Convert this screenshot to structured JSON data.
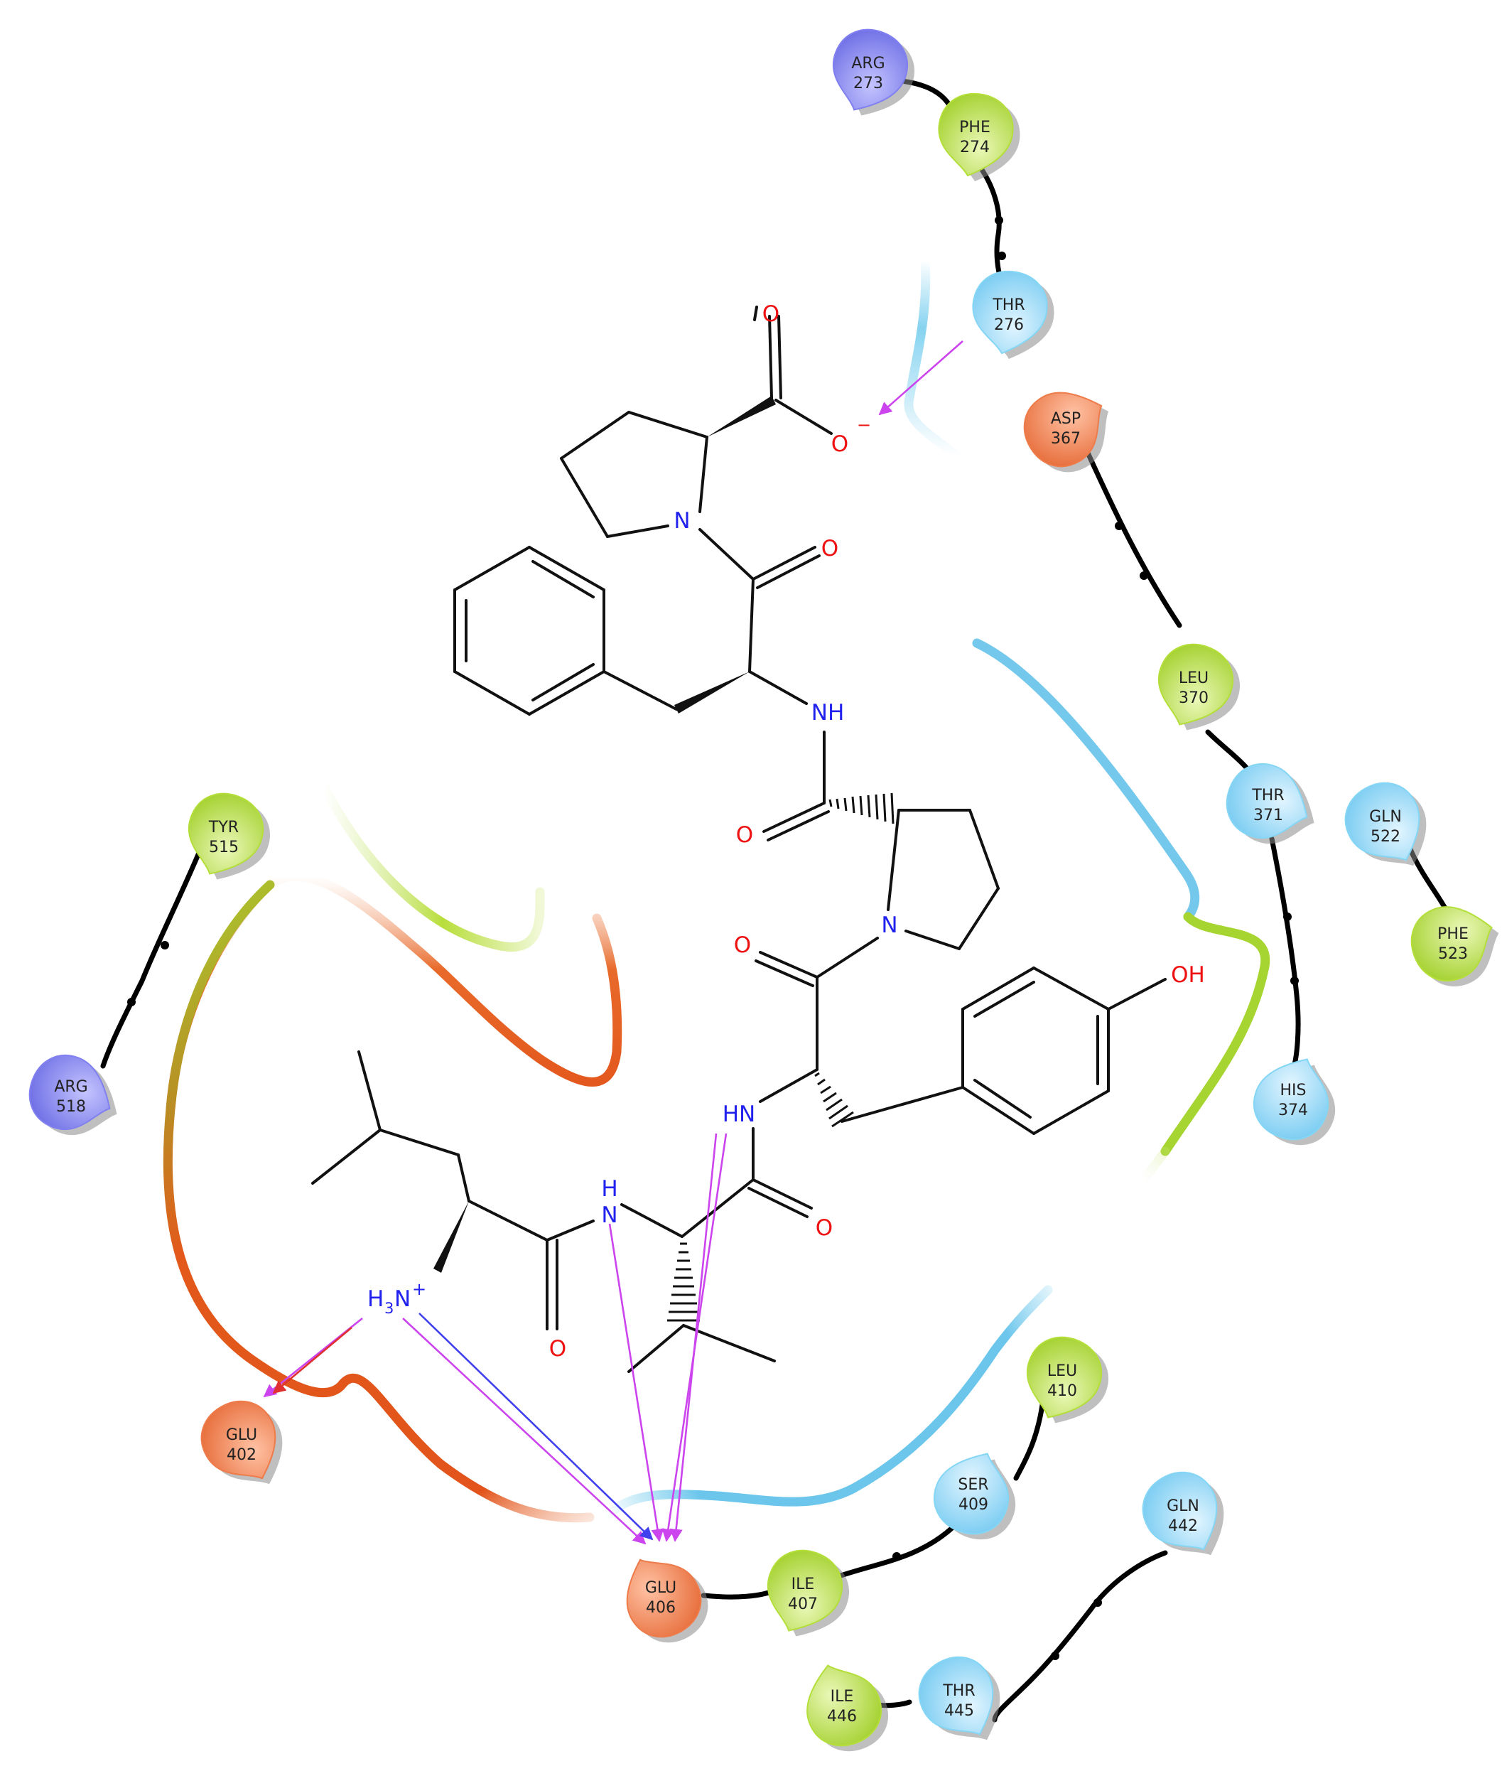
{
  "colors": {
    "positive": "#8080f0",
    "negative": "#ee7b4a",
    "hydrophobic": "#b4df3a",
    "polar": "#85d6f5",
    "hbond": "#cc44ee",
    "nitrogen": "#2222ee",
    "oxygen": "#ee1111"
  },
  "residues": [
    {
      "id": "arg273",
      "name": "ARG",
      "num": "273",
      "kind": "positive"
    },
    {
      "id": "phe274",
      "name": "PHE",
      "num": "274",
      "kind": "hydrophobic"
    },
    {
      "id": "thr276",
      "name": "THR",
      "num": "276",
      "kind": "polar"
    },
    {
      "id": "asp367",
      "name": "ASP",
      "num": "367",
      "kind": "negative"
    },
    {
      "id": "leu370",
      "name": "LEU",
      "num": "370",
      "kind": "hydrophobic"
    },
    {
      "id": "thr371",
      "name": "THR",
      "num": "371",
      "kind": "polar"
    },
    {
      "id": "gln522",
      "name": "GLN",
      "num": "522",
      "kind": "polar"
    },
    {
      "id": "phe523",
      "name": "PHE",
      "num": "523",
      "kind": "hydrophobic"
    },
    {
      "id": "his374",
      "name": "HIS",
      "num": "374",
      "kind": "polar"
    },
    {
      "id": "tyr515",
      "name": "TYR",
      "num": "515",
      "kind": "hydrophobic"
    },
    {
      "id": "arg518",
      "name": "ARG",
      "num": "518",
      "kind": "positive"
    },
    {
      "id": "glu402",
      "name": "GLU",
      "num": "402",
      "kind": "negative"
    },
    {
      "id": "leu410",
      "name": "LEU",
      "num": "410",
      "kind": "hydrophobic"
    },
    {
      "id": "ser409",
      "name": "SER",
      "num": "409",
      "kind": "polar"
    },
    {
      "id": "gln442",
      "name": "GLN",
      "num": "442",
      "kind": "polar"
    },
    {
      "id": "glu406",
      "name": "GLU",
      "num": "406",
      "kind": "negative"
    },
    {
      "id": "ile407",
      "name": "ILE",
      "num": "407",
      "kind": "hydrophobic"
    },
    {
      "id": "thr445",
      "name": "THR",
      "num": "445",
      "kind": "polar"
    },
    {
      "id": "ile446",
      "name": "ILE",
      "num": "446",
      "kind": "hydrophobic"
    }
  ],
  "atoms": {
    "carboxyl_o_top": "O",
    "carboxylate_o": "O",
    "carboxylate_charge": "−",
    "pro1_n": "N",
    "carbonyl_o_1": "O",
    "amide_nh_1": "NH",
    "carbonyl_o_2": "O",
    "pro2_n": "N",
    "carbonyl_o_3": "O",
    "hydroxyl": "OH",
    "amide_hn": "HN",
    "amide_h": "H",
    "amide_n": "N",
    "carbonyl_o_4": "O",
    "carbonyl_o_5": "O",
    "ammonium_h": "H",
    "ammonium_sub": "3",
    "ammonium_n": "N",
    "ammonium_charge": "+"
  }
}
